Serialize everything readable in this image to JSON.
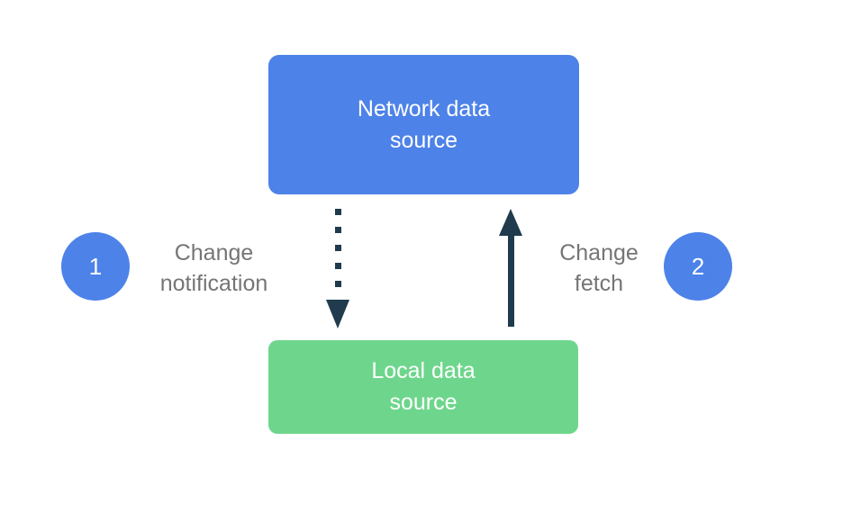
{
  "diagram": {
    "background_color": "#ffffff",
    "nodes": {
      "network_data_source": {
        "label": "Network data\nsource",
        "fill_color": "#4d82e8",
        "text_color": "#ffffff"
      },
      "local_data_source": {
        "label": "Local data\nsource",
        "fill_color": "#6ed68c",
        "text_color": "#ffffff"
      }
    },
    "steps": [
      {
        "number": "1",
        "label": "Change\nnotification",
        "badge_color": "#4d82e8",
        "arrow_style": "dotted",
        "arrow_direction": "down"
      },
      {
        "number": "2",
        "label": "Change\nfetch",
        "badge_color": "#4d82e8",
        "arrow_style": "solid",
        "arrow_direction": "up"
      }
    ],
    "label_text_color": "#757575",
    "arrow_color": "#1f3b4d"
  }
}
